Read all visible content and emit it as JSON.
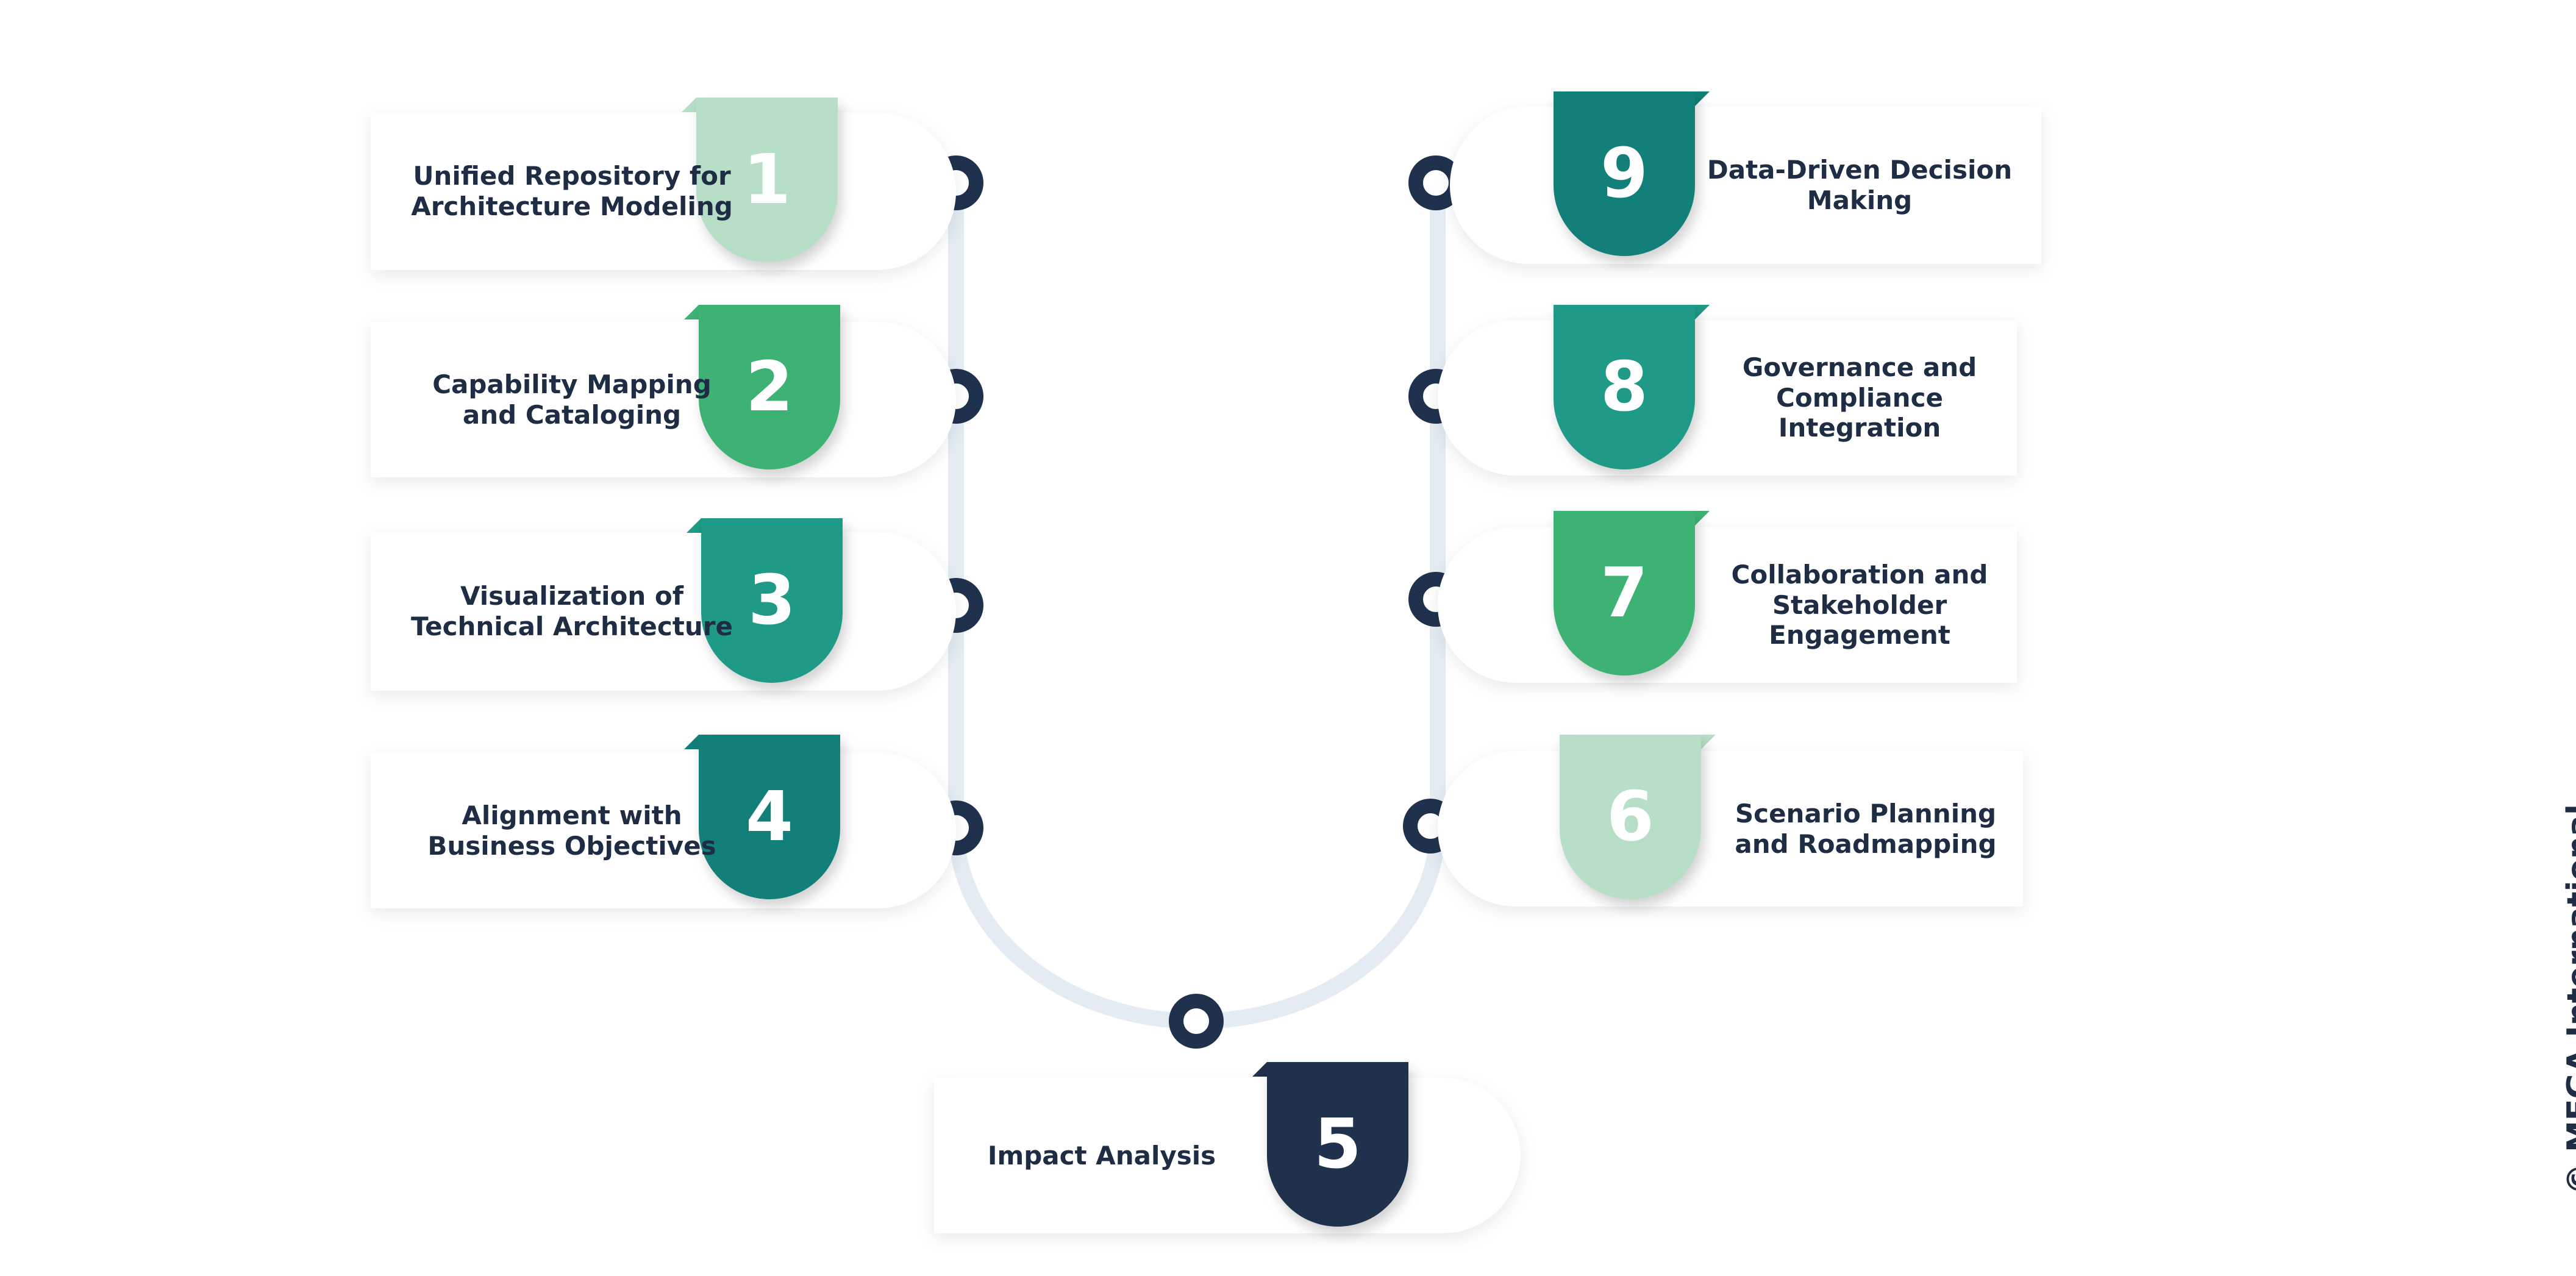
{
  "steps": [
    {
      "number": "1",
      "label": "Unified Repository for Architecture Modeling",
      "color": "#b7dfc7"
    },
    {
      "number": "2",
      "label": "Capability Mapping and Cataloging",
      "color": "#3eb275"
    },
    {
      "number": "3",
      "label": "Visualization of Technical Architecture",
      "color": "#1f9a86"
    },
    {
      "number": "4",
      "label": "Alignment with Business Objectives",
      "color": "#137f79"
    },
    {
      "number": "5",
      "label": "Impact Analysis",
      "color": "#20314d"
    },
    {
      "number": "6",
      "label": "Scenario Planning and Roadmapping",
      "color": "#b7dfc7"
    },
    {
      "number": "7",
      "label": "Collaboration and Stakeholder Engagement",
      "color": "#3eb275"
    },
    {
      "number": "8",
      "label": "Governance and Compliance Integration",
      "color": "#1f9a86"
    },
    {
      "number": "9",
      "label": "Data-Driven Decision Making",
      "color": "#137f79"
    }
  ],
  "credit": "© MEGA International",
  "colors": {
    "path": "#e4ebf2",
    "node": "#20314d"
  }
}
